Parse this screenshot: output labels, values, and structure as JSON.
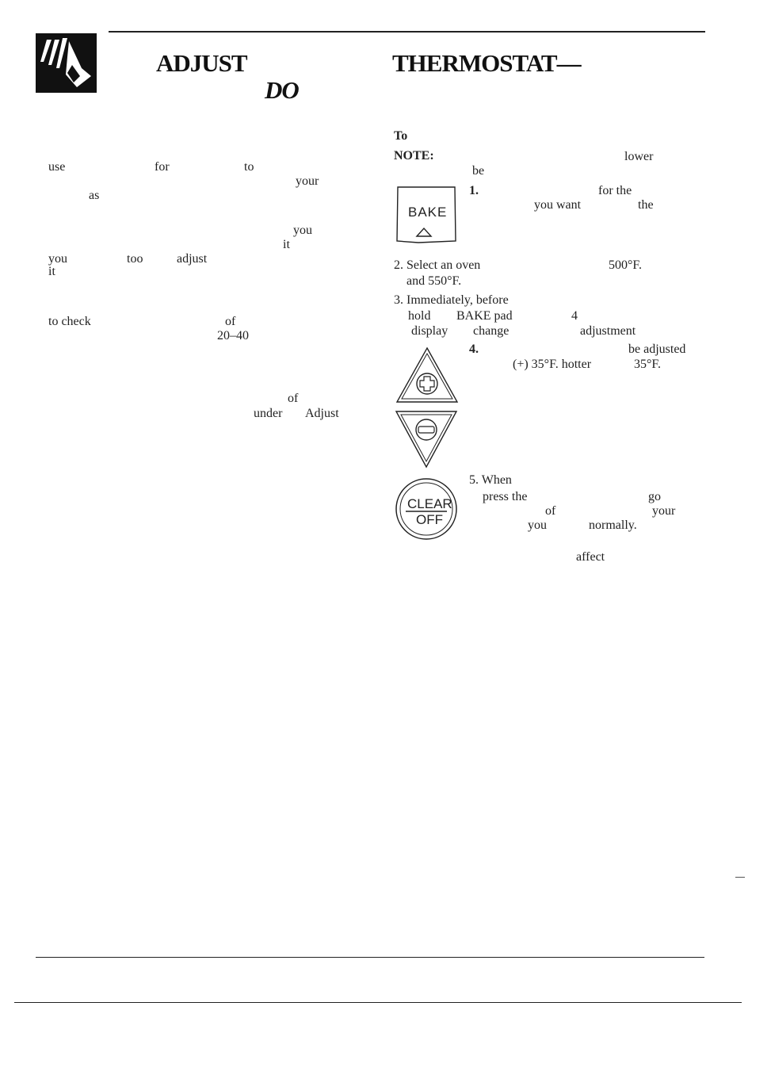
{
  "header": {
    "title_left": "ADJUST",
    "title_right": "THERMOSTAT—",
    "title_sub": "DO"
  },
  "left_column": [
    "use",
    "for",
    "to",
    "your",
    "as",
    "you",
    "it",
    "you",
    "too",
    "adjust",
    "it",
    "to check",
    "of",
    "20–40",
    "of",
    "under",
    "Adjust"
  ],
  "right_column": {
    "to": "To",
    "note_label": "NOTE:",
    "note_lower": "lower",
    "note_be": "be",
    "step1_num": "1.",
    "step1_a": "for the",
    "step1_b": "you want",
    "step1_c": "the",
    "step2_a": "2. Select an oven",
    "step2_b": "500°F.",
    "step2_c": "and 550°F.",
    "step3_a": "3. Immediately, before",
    "step3_b": "hold",
    "step3_c": "BAKE pad",
    "step3_d": "4",
    "step3_e": "display",
    "step3_f": "change",
    "step3_g": "adjustment",
    "step4_num": "4.",
    "step4_a": "be adjusted",
    "step4_b": "(+) 35°F. hotter",
    "step4_c": "35°F.",
    "step5_a": "5. When",
    "step5_b": "press the",
    "step5_c": "go",
    "step5_d": "of",
    "step5_e": "your",
    "step5_f": "you",
    "step5_g": "normally.",
    "affect": "affect"
  },
  "keys": {
    "bake_label": "BAKE",
    "clear_label": "CLEAR",
    "off_label": "OFF"
  },
  "colors": {
    "ink": "#1a1a1a",
    "paper": "#ffffff"
  }
}
